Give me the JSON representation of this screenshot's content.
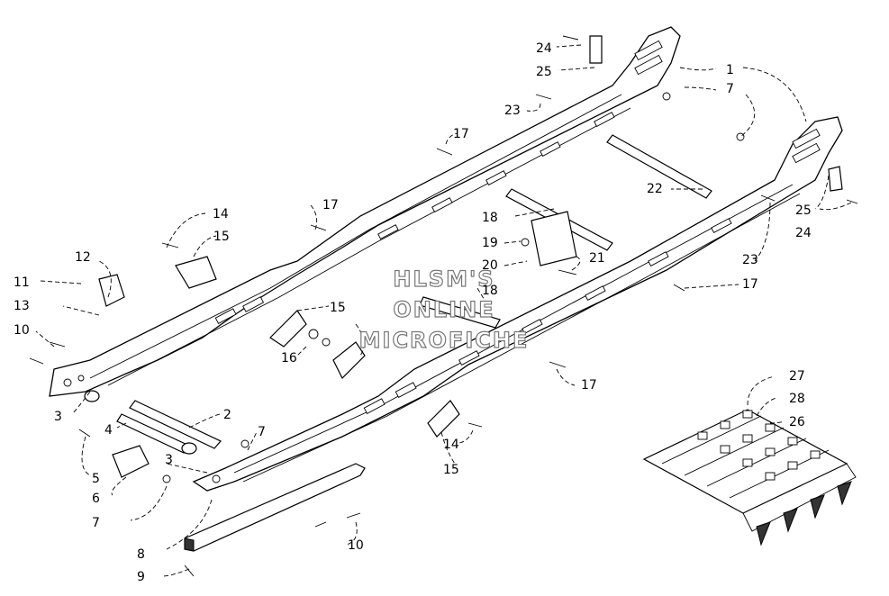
{
  "watermark": {
    "line1": "HLSM'S",
    "line2": "ONLINE",
    "line3": "MICROFICHE"
  },
  "callouts": [
    {
      "key": "c1",
      "text": "1"
    },
    {
      "key": "c2",
      "text": "2"
    },
    {
      "key": "c3a",
      "text": "3"
    },
    {
      "key": "c3b",
      "text": "3"
    },
    {
      "key": "c4",
      "text": "4"
    },
    {
      "key": "c5",
      "text": "5"
    },
    {
      "key": "c6",
      "text": "6"
    },
    {
      "key": "c7a",
      "text": "7"
    },
    {
      "key": "c7b",
      "text": "7"
    },
    {
      "key": "c7c",
      "text": "7"
    },
    {
      "key": "c8",
      "text": "8"
    },
    {
      "key": "c9",
      "text": "9"
    },
    {
      "key": "c10a",
      "text": "10"
    },
    {
      "key": "c10b",
      "text": "10"
    },
    {
      "key": "c11",
      "text": "11"
    },
    {
      "key": "c12",
      "text": "12"
    },
    {
      "key": "c13",
      "text": "13"
    },
    {
      "key": "c14a",
      "text": "14"
    },
    {
      "key": "c14b",
      "text": "14"
    },
    {
      "key": "c15a",
      "text": "15"
    },
    {
      "key": "c15b",
      "text": "15"
    },
    {
      "key": "c15c",
      "text": "15"
    },
    {
      "key": "c16",
      "text": "16"
    },
    {
      "key": "c17a",
      "text": "17"
    },
    {
      "key": "c17b",
      "text": "17"
    },
    {
      "key": "c17c",
      "text": "17"
    },
    {
      "key": "c17d",
      "text": "17"
    },
    {
      "key": "c18a",
      "text": "18"
    },
    {
      "key": "c18b",
      "text": "18"
    },
    {
      "key": "c19",
      "text": "19"
    },
    {
      "key": "c20",
      "text": "20"
    },
    {
      "key": "c21",
      "text": "21"
    },
    {
      "key": "c22",
      "text": "22"
    },
    {
      "key": "c23a",
      "text": "23"
    },
    {
      "key": "c23b",
      "text": "23"
    },
    {
      "key": "c24a",
      "text": "24"
    },
    {
      "key": "c24b",
      "text": "24"
    },
    {
      "key": "c25a",
      "text": "25"
    },
    {
      "key": "c25b",
      "text": "25"
    },
    {
      "key": "c26",
      "text": "26"
    },
    {
      "key": "c27",
      "text": "27"
    },
    {
      "key": "c28",
      "text": "28"
    }
  ]
}
